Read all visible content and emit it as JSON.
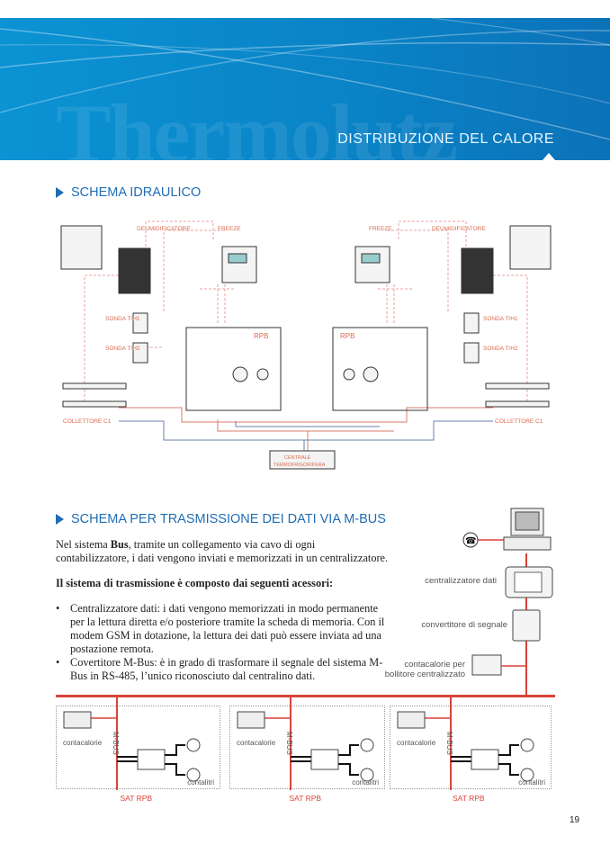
{
  "header": {
    "watermark": "Thermolutz",
    "section": "DISTRIBUZIONE DEL CALORE"
  },
  "hydraulic": {
    "title": "SCHEMA IDRAULICO",
    "labels": {
      "deumidificatore": "DEUMIDIFICATORE",
      "freeze": "FREEZE",
      "sonda1": "SONDA T/H1",
      "sonda2": "SONDA T/H2",
      "rpb": "RPB",
      "collettore": "COLLETTORE C1",
      "centrale1": "CENTRALE",
      "centrale2": "TERMOFRIGORIFERA"
    }
  },
  "mbus": {
    "title": "SCHEMA PER TRASMISSIONE DEI DATI VIA M-BUS",
    "intro_pre": "Nel sistema ",
    "intro_bold": "Bus",
    "intro_post": ", tramite un collegamento via cavo di ogni contabilizzatore, i dati vengono inviati e memorizzati in un centralizzatore.",
    "subheading": "Il sistema di trasmissione è composto dai seguenti acessori:",
    "bullets": [
      "Centralizzatore dati: i dati vengono memorizzati in modo permanente per la lettura diretta e/o posteriore tramite la scheda di memoria. Con il modem GSM in dotazione, la lettura dei dati può essere inviata ad una postazione remota.",
      "Covertitore M-Bus: è in grado di trasformare il segnale del sistema M-Bus in RS-485, l’unico riconosciuto dal centralino dati."
    ],
    "diagram": {
      "centralizzatore": "centralizzatore dati",
      "convertitore": "convertitore di segnale",
      "contacalorie_boiler_1": "contacalorie per",
      "contacalorie_boiler_2": "bollitore centralizzato"
    },
    "sat_units": [
      {
        "meter": "contacalorie",
        "bus": "M-BUS",
        "liters": "contalitri",
        "name": "SAT RPB"
      },
      {
        "meter": "contacalorie",
        "bus": "M-BUS",
        "liters": "contalitri",
        "name": "SAT RPB"
      },
      {
        "meter": "contacalorie",
        "bus": "M-BUS",
        "liters": "contalitri",
        "name": "SAT RPB"
      }
    ]
  },
  "page_number": "19"
}
